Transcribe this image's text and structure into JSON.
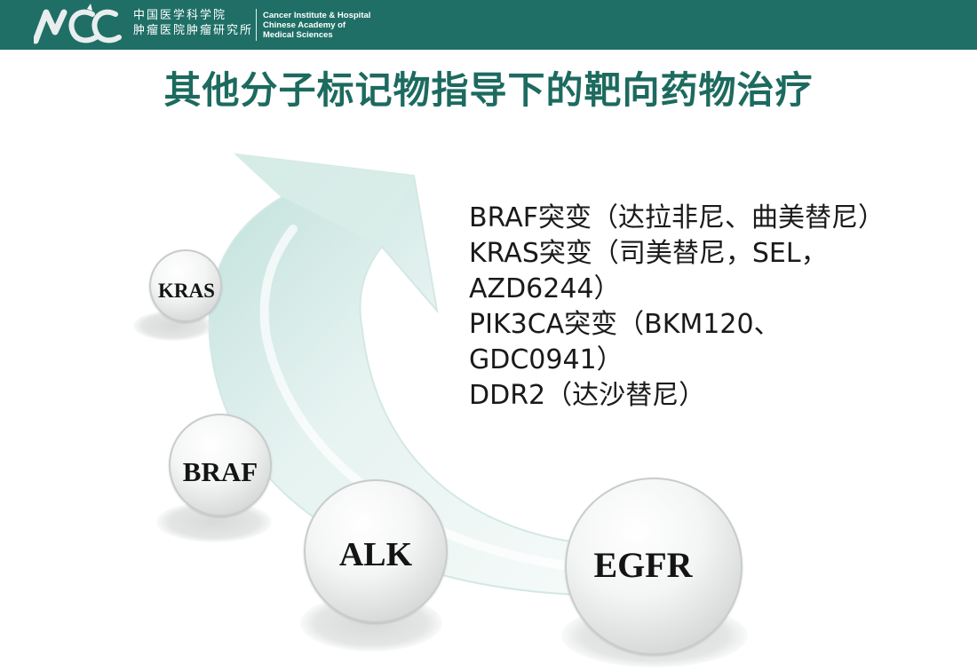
{
  "header": {
    "logo_text": "NCC",
    "cn_name_line1": "中国医学科学院",
    "cn_name_line2": "肿瘤医院肿瘤研究所",
    "en_name_line1": "Cancer Institute & Hospital",
    "en_name_line2": "Chinese Academy of",
    "en_name_line3": "Medical Sciences",
    "background_color": "#1f6f66"
  },
  "title": "其他分子标记物指导下的靶向药物治疗",
  "markers": [
    {
      "label": "KRAS"
    },
    {
      "label": "BRAF"
    },
    {
      "label": "ALK"
    },
    {
      "label": "EGFR"
    }
  ],
  "therapy_lines": [
    "BRAF突变（达拉非尼、曲美替尼）",
    "KRAS突变（司美替尼，SEL，",
    "AZD6244）",
    "PIK3CA突变（BKM120、",
    "GDC0941）",
    "DDR2（达沙替尼）"
  ],
  "colors": {
    "title": "#1d6a5f",
    "arrow_light": "#e8f4f2",
    "arrow_mid": "#bcdcd6"
  }
}
